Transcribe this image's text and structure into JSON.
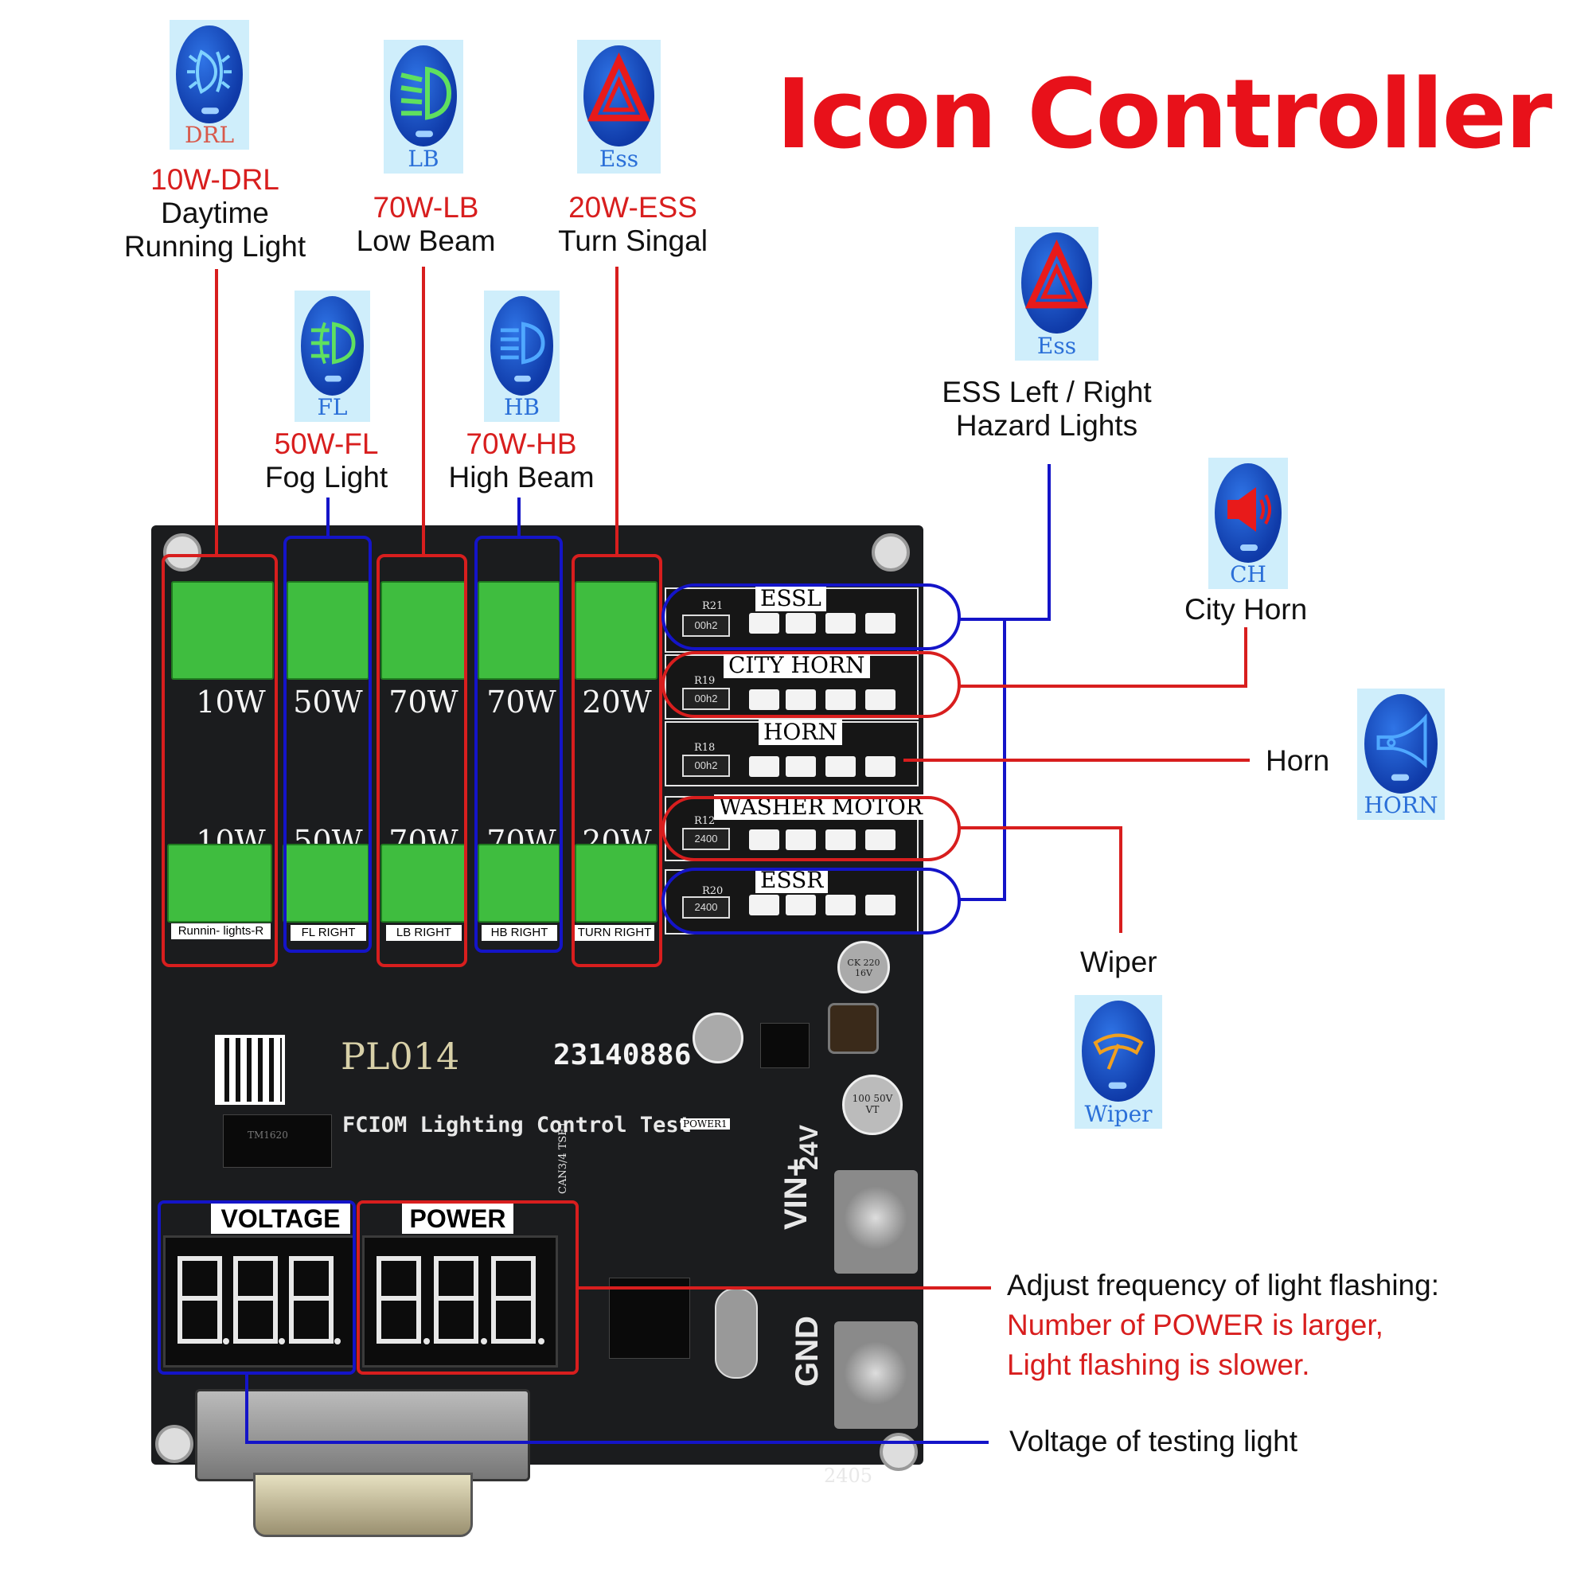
{
  "title": "Icon Controller",
  "icons": {
    "drl": "DRL",
    "lb": "LB",
    "ess": "Ess",
    "fl": "FL",
    "hb": "HB",
    "ess_right": "Ess",
    "ch": "CH",
    "horn": "HORN",
    "wiper": "Wiper"
  },
  "labels": {
    "drl": {
      "watt": "10W-DRL",
      "name1": "Daytime",
      "name2": "Running Light"
    },
    "lb": {
      "watt": "70W-LB",
      "name": "Low Beam"
    },
    "ess": {
      "watt": "20W-ESS",
      "name": "Turn Singal"
    },
    "fl": {
      "watt": "50W-FL",
      "name": "Fog Light"
    },
    "hb": {
      "watt": "70W-HB",
      "name": "High Beam"
    },
    "hazard": {
      "line1": "ESS Left / Right",
      "line2": "Hazard Lights"
    },
    "city_horn": "City Horn",
    "horn": "Horn",
    "wiper": "Wiper",
    "adjust": {
      "line1": "Adjust frequency of light flashing:",
      "line2": "Number of POWER is larger,",
      "line3": "Light flashing is slower."
    },
    "voltage_note": "Voltage of testing light"
  },
  "board": {
    "top_watts": [
      "10W",
      "50W",
      "70W",
      "70W",
      "20W"
    ],
    "bottom_watts": [
      "10W",
      "50W",
      "70W",
      "70W",
      "20W"
    ],
    "output_labels": [
      "Runnin- lights-R",
      "FL RIGHT",
      "LB RIGHT",
      "HB RIGHT",
      "TURN RIGHT"
    ],
    "strips": [
      {
        "name": "ESSL",
        "ref": "R21",
        "value": "00h2"
      },
      {
        "name": "CITY HORN",
        "ref": "R19",
        "value": "00h2"
      },
      {
        "name": "HORN",
        "ref": "R18",
        "value": "00h2"
      },
      {
        "name": "WASHER MOTOR",
        "ref": "R12",
        "value": "2400"
      },
      {
        "name": "ESSR",
        "ref": "R20",
        "value": "2400"
      }
    ],
    "model": "PL014",
    "serial": "23140886",
    "subtitle": "FCIOM Lighting Control Test",
    "voltage_label": "VOLTAGE",
    "power_label": "POWER",
    "vin": "VIN+",
    "v24": "24V",
    "gnd": "GND",
    "cap1": "CK 220 16V",
    "cap3": "100 50V VT",
    "code": "2405",
    "power1": "POWER1",
    "can_test": "CAN3/4 TSET",
    "chip": "TM1620"
  },
  "colors": {
    "red": "#d81e1e",
    "blue": "#1414c8",
    "title": "#e8111a"
  }
}
